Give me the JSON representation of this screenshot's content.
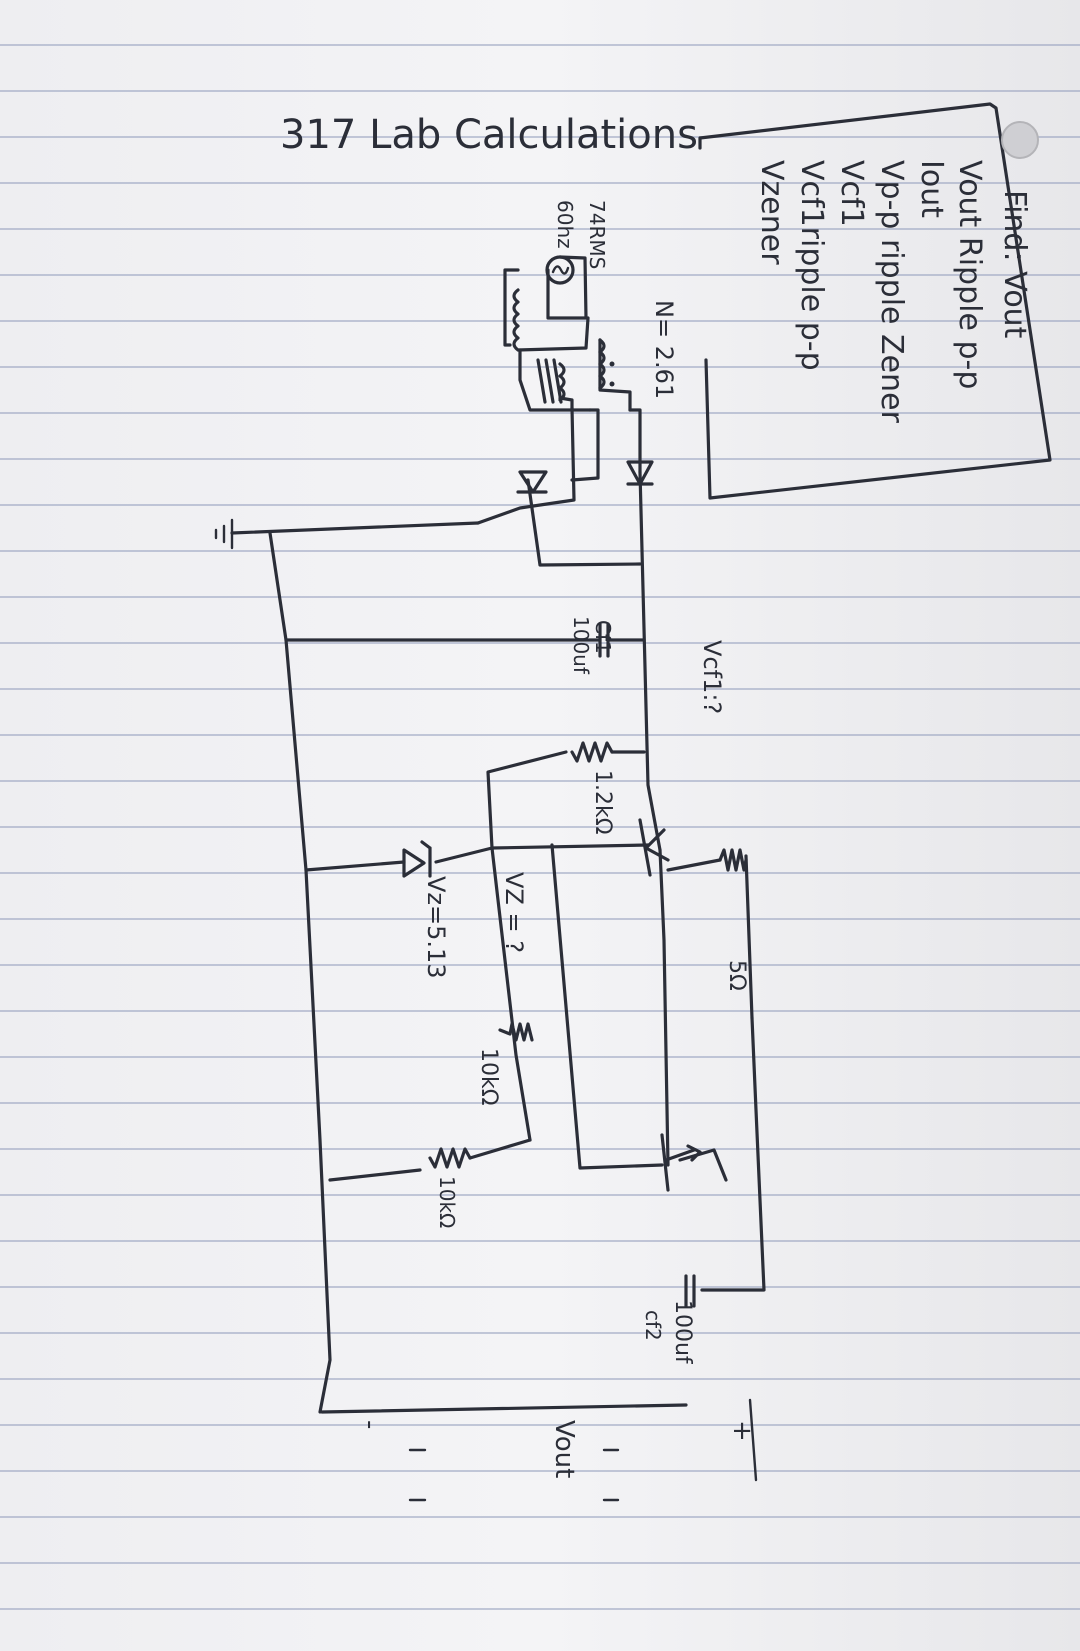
{
  "page": {
    "title": "317 Lab Calculations",
    "find_heading": "Find:",
    "find_items": [
      "Vout",
      "Vout Ripple p-p",
      "Iout",
      "Vp-p ripple Zener",
      "Vcf1",
      "Vcf1ripple p-p",
      "Vzener"
    ]
  },
  "schematic": {
    "source_label": "74RMS",
    "frequency_label": "60hz",
    "turns_ratio_label": "N= 2.61",
    "cf1_label": "Cf1",
    "cf1_value": "100uf",
    "vcf1_label": "Vcf1:?",
    "r1_value": "1.2kΩ",
    "r_base_value": "5Ω",
    "vz_unknown_label": "VZ = ?",
    "vz_value_label": "Vz=5.13",
    "r2_value": "10kΩ",
    "r3_value": "10kΩ",
    "cf2_value": "100uf",
    "cf2_label": "cf2",
    "vout_label": "Vout",
    "plus_label": "+",
    "minus_label": "-"
  }
}
